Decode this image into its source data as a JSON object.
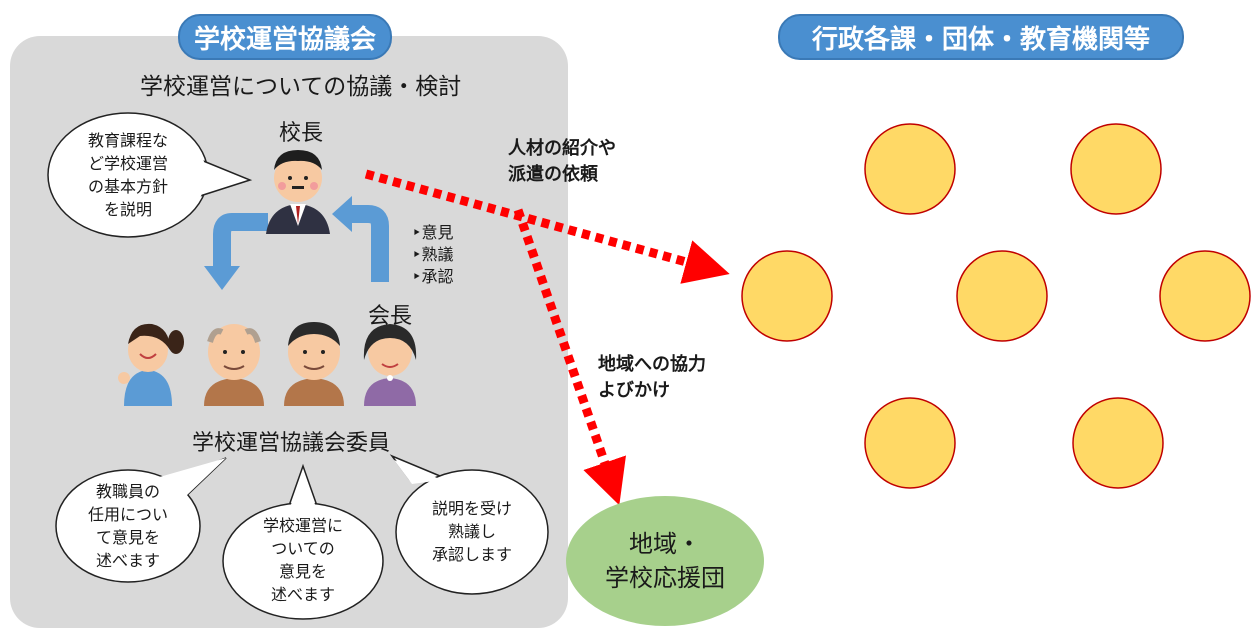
{
  "council": {
    "title": "学校運営協議会",
    "subtitle": "学校運営についての協議・検討",
    "principal_label": "校長",
    "chair_label": "会長",
    "members_label": "学校運営協議会委員",
    "principal_bubble": [
      "教育課程な",
      "ど学校運営",
      "の基本方針",
      "を説明"
    ],
    "feedback_items": [
      "意見",
      "熟議",
      "承認"
    ],
    "member_bubbles": [
      [
        "教職員の",
        "任用につい",
        "て意見を",
        "述べます"
      ],
      [
        "学校運営に",
        "ついての",
        "意見を",
        "述べます"
      ],
      [
        "説明を受け",
        "熟議し",
        "承認します"
      ]
    ]
  },
  "arrows": {
    "to_agencies": [
      "人材の紹介や",
      "派遣の依頼"
    ],
    "to_community": [
      "地域への協力",
      "よびかけ"
    ]
  },
  "community": [
    "地域・",
    "学校応援団"
  ],
  "agencies": {
    "title": "行政各課・団体・教育機関等",
    "circle_count": 7
  },
  "colors": {
    "pill": "#4a8fd0",
    "panel": "#d9d9d9",
    "arrow_red": "#ff0000",
    "flow_arrow": "#5b9bd5",
    "agency_circle_fill": "#ffd966",
    "agency_circle_stroke": "#c00000",
    "community_fill": "#a7d08c"
  }
}
